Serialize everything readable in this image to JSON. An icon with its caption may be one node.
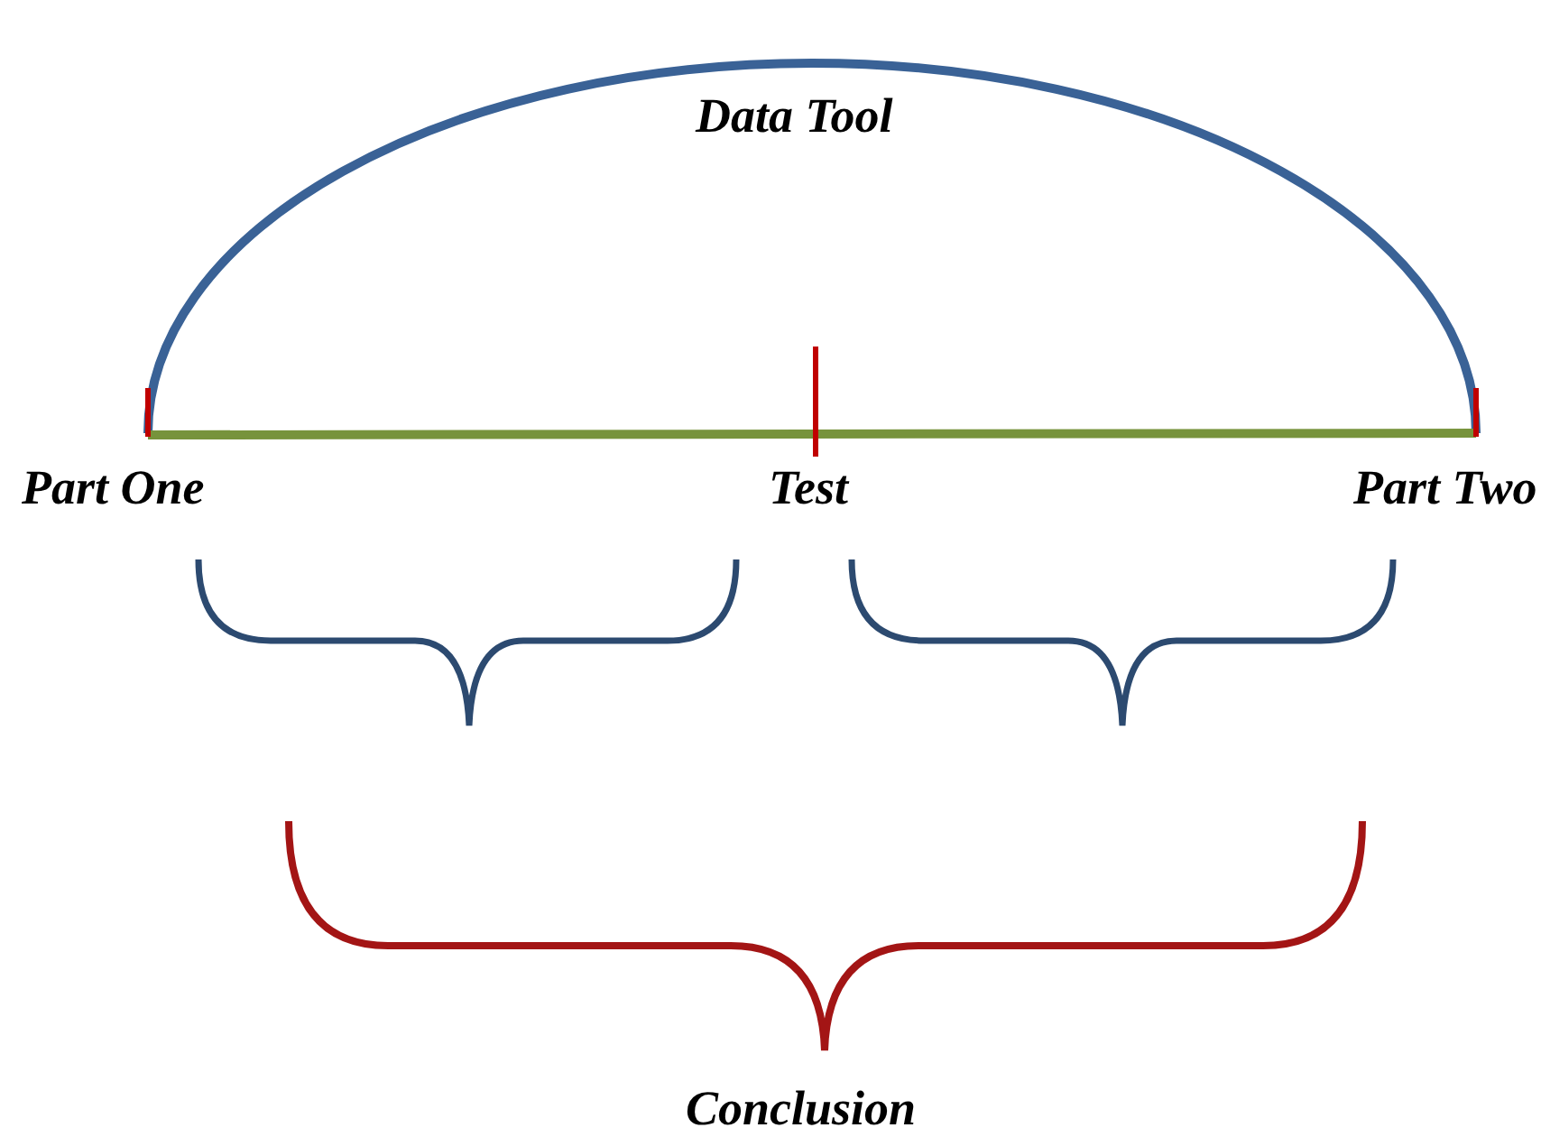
{
  "diagram": {
    "labels": [
      "Data Tool",
      "Part One",
      "Test",
      "Part Two",
      "Conclusion"
    ]
  }
}
